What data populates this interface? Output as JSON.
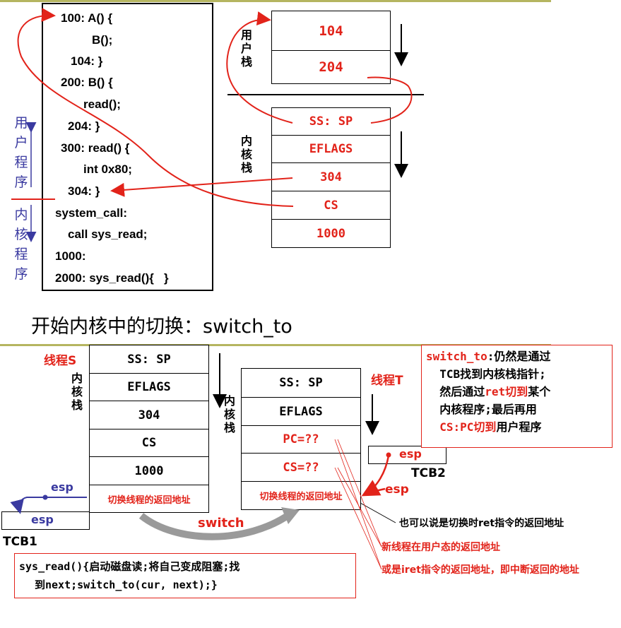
{
  "code": {
    "lines": [
      "100: A() {",
      "B();",
      "104: }",
      "200: B() {",
      "read();",
      "204: }",
      "300: read() {",
      "int 0x80;",
      "304: }",
      "system_call:",
      "call sys_read;",
      "1000:",
      "2000: sys_read(){   }"
    ]
  },
  "side_labels": {
    "user_program": [
      "用",
      "户",
      "程",
      "序"
    ],
    "kernel_program": [
      "内",
      "核",
      "程",
      "序"
    ]
  },
  "top_stacks": {
    "user_stack_label": [
      "用",
      "户",
      "栈"
    ],
    "kernel_stack_label": [
      "内",
      "核",
      "栈"
    ],
    "user_stack": [
      "104",
      "204"
    ],
    "kernel_stack": [
      "SS: SP",
      "EFLAGS",
      "304",
      "CS",
      "1000"
    ]
  },
  "section_title": "开始内核中的切换：switch_to",
  "thread_s": {
    "name": "线程S",
    "stack_label": [
      "内",
      "核",
      "栈"
    ],
    "cells": [
      "SS: SP",
      "EFLAGS",
      "304",
      "CS",
      "1000"
    ],
    "return_addr": "切换线程的返回地址",
    "esp_arrow_label": "esp",
    "tcb_esp": "esp",
    "tcb_name": "TCB1"
  },
  "thread_t": {
    "name": "线程T",
    "stack_label": [
      "内",
      "核",
      "栈"
    ],
    "cells": [
      "SS: SP",
      "EFLAGS",
      "PC=??",
      "CS=??"
    ],
    "return_addr": "切换线程的返回地址",
    "esp_arrow_label": "esp",
    "tcb_esp": "esp",
    "tcb_name": "TCB2"
  },
  "switch_label": "switch",
  "note": {
    "lines": [
      [
        {
          "t": "switch_to",
          "red": true
        },
        {
          "t": ":仍然是通过",
          "red": false
        }
      ],
      [
        {
          "t": "  TCB找到内核栈指针;",
          "red": false
        }
      ],
      [
        {
          "t": "  然后通过",
          "red": false
        },
        {
          "t": "ret切到",
          "red": true
        },
        {
          "t": "某个",
          "red": false
        }
      ],
      [
        {
          "t": "  内核程序;最后再用",
          "red": false
        }
      ],
      [
        {
          "t": "  CS:PC切到",
          "red": true
        },
        {
          "t": "用户程序",
          "red": false
        }
      ]
    ]
  },
  "sys_read_box": {
    "line1": "sys_read(){启动磁盘读;将自己变成阻塞;找",
    "line2": "到next;switch_to(cur, next);}"
  },
  "annotations": {
    "ret_note": "也可以说是切换时ret指令的返回地址",
    "user_return": "新线程在用户态的返回地址",
    "iret_note": "或是iret指令的返回地址，即中断返回的地址"
  },
  "colors": {
    "red": "#e2231a",
    "blue": "#3a3aa0",
    "olive": "#b5b560",
    "gray_arrow": "#9a9a9a"
  }
}
